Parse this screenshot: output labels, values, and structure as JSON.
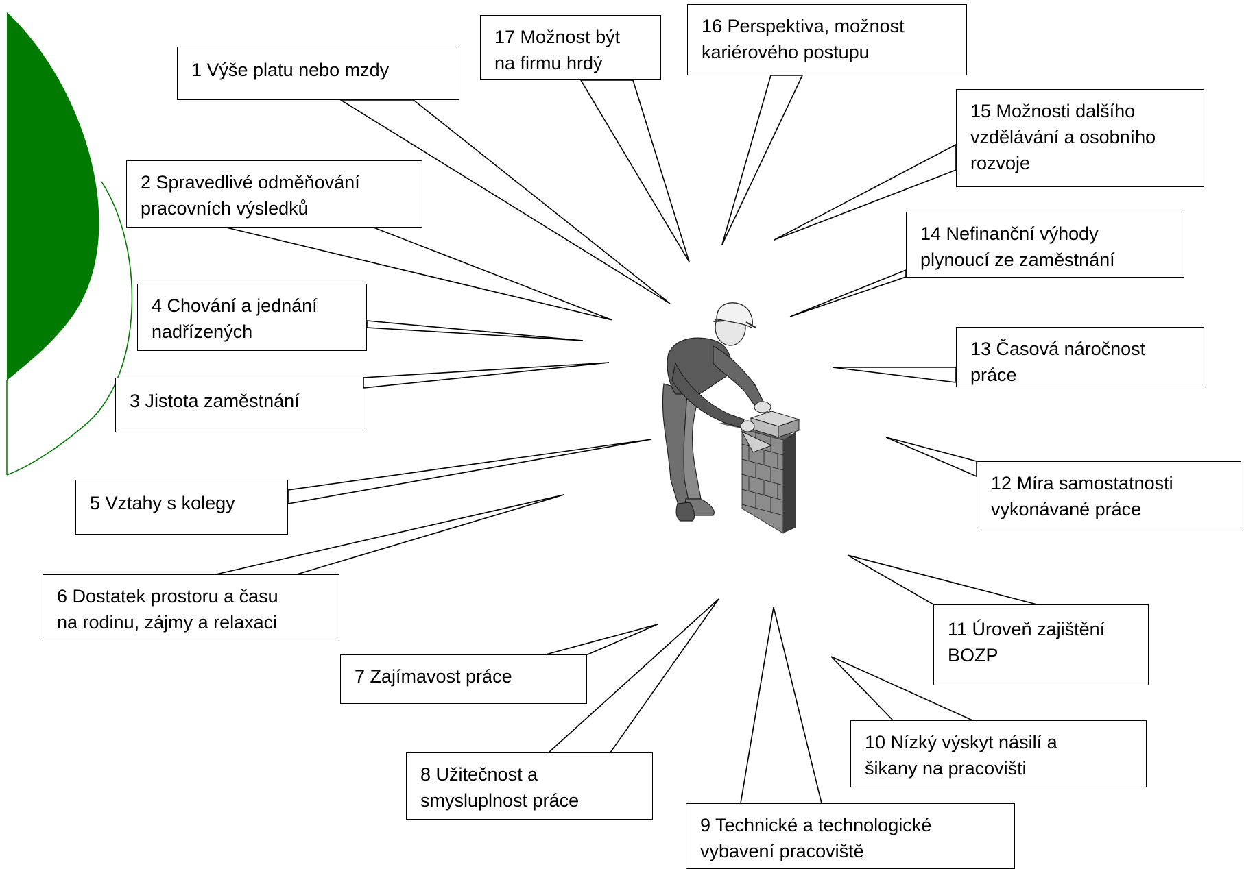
{
  "colors": {
    "accent_fill": "#017A01",
    "accent_outline": "#017A01",
    "outline": "#000000",
    "background": "#FFFFFF"
  },
  "figure": {
    "icon": "bricklayer-worker-illustration"
  },
  "labels": {
    "l1": "1 Výše platu nebo mzdy",
    "l2": "2 Spravedlivé odměňování\npracovních výsledků",
    "l3": "3 Jistota zaměstnání",
    "l4": "4 Chování a jednání\nnadřízených",
    "l5": "5 Vztahy s kolegy",
    "l6": "6 Dostatek prostoru a času\nna rodinu, zájmy a relaxaci",
    "l7": "7 Zajímavost práce",
    "l8": "8 Užitečnost a\nsmysluplnost práce",
    "l9": "9 Technické a technologické\nvybavení pracoviště",
    "l10": "10 Nízký výskyt násilí a\nšikany na pracovišti",
    "l11": "11 Úroveň zajištění\nBOZP",
    "l12": "12 Míra samostatnosti\nvykonávané práce",
    "l13": "13 Časová náročnost\npráce",
    "l14": "14 Nefinanční výhody\nplynoucí ze zaměstnání",
    "l15": "15 Možnosti dalšího\nvzdělávání a osobního\nrozvoje",
    "l16": "16 Perspektiva, možnost\nkariérového postupu",
    "l17": "17 Možnost být\nna firmu hrdý"
  }
}
